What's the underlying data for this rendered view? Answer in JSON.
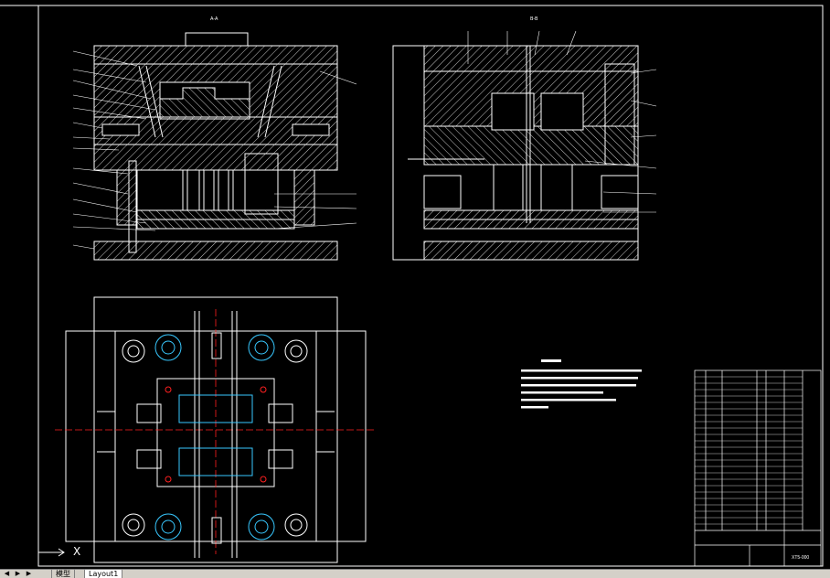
{
  "ucs": {
    "x_label": "X"
  },
  "layout_tabs": [
    {
      "label": "模型",
      "active": false
    },
    {
      "label": "Layout1",
      "active": true
    }
  ],
  "colors": {
    "background": "#000000",
    "lines": "#ffffff",
    "hatch": "#ffffff",
    "center": "#ff2020",
    "accent_cyan": "#38c8ff"
  },
  "drawing": {
    "section_a_label": "A-A",
    "section_b_label": "B-B",
    "title_text": "XT5-000"
  }
}
